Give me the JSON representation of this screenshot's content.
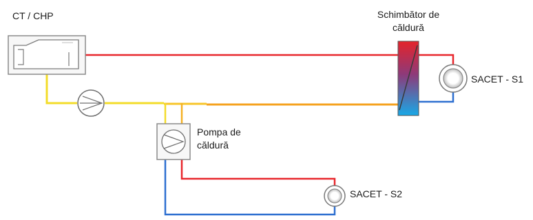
{
  "labels": {
    "ct_chp": "CT / CHP",
    "heat_exchanger_line1": "Schimbător de",
    "heat_exchanger_line2": "căldură",
    "sacet_s1": "SACET - S1",
    "heat_pump_line1": "Pompa de",
    "heat_pump_line2": "căldură",
    "sacet_s2": "SACET - S2"
  },
  "colors": {
    "supply_red": "#e8262b",
    "return_blue": "#2d6fd0",
    "warm_orange": "#f5a21e",
    "yellow": "#f3dc2a",
    "equipment_stroke": "#8a8a8a",
    "equipment_fill": "#f7f7f7"
  },
  "icons": {
    "ct_chp": "boiler-unit-icon",
    "circulation_pump": "pump-icon",
    "heat_pump": "heat-pump-fan-icon",
    "heat_exchanger": "heat-exchanger-gradient-icon",
    "consumer": "consumer-circle-icon"
  }
}
